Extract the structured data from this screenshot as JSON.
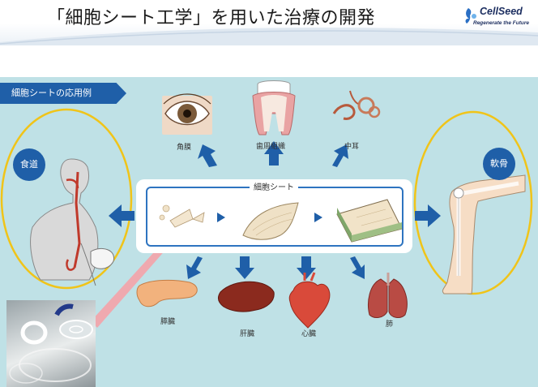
{
  "header": {
    "title": "「細胞シート工学」を用いた治療の開発",
    "logo_name": "CellSeed",
    "logo_tagline": "Regenerate the Future"
  },
  "diagram": {
    "section_label": "細胞シートの応用例",
    "center_label": "細胞シート",
    "left_target": "食道",
    "right_target": "軟骨",
    "top_organs": [
      "角膜",
      "歯周組織",
      "中耳"
    ],
    "bottom_organs": [
      "膵臓",
      "肝臓",
      "心臓",
      "肺"
    ]
  },
  "colors": {
    "panel_bg": "#bfe1e6",
    "accent_blue": "#1f5fa8",
    "arrow_blue": "#1f5fa8",
    "ellipse_yellow": "#f0c419",
    "pink_arrow": "#f4a3a8"
  }
}
